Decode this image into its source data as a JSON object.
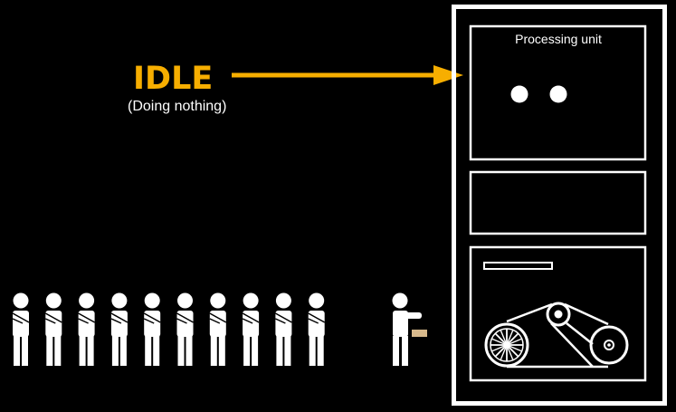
{
  "status": {
    "label": "IDLE",
    "sublabel": "(Doing nothing)"
  },
  "machine": {
    "processing_unit_label": "Processing unit"
  },
  "queue": {
    "waiting_people": 10,
    "active_people": 1
  },
  "colors": {
    "background": "#000000",
    "accent": "#f7ae00",
    "line": "#ffffff",
    "card": "#d8b98c"
  },
  "icons": {
    "idle_eyes": "two-dot-eyes-icon",
    "gear_train": "belt-gear-icon",
    "person": "person-arms-crossed-icon"
  }
}
